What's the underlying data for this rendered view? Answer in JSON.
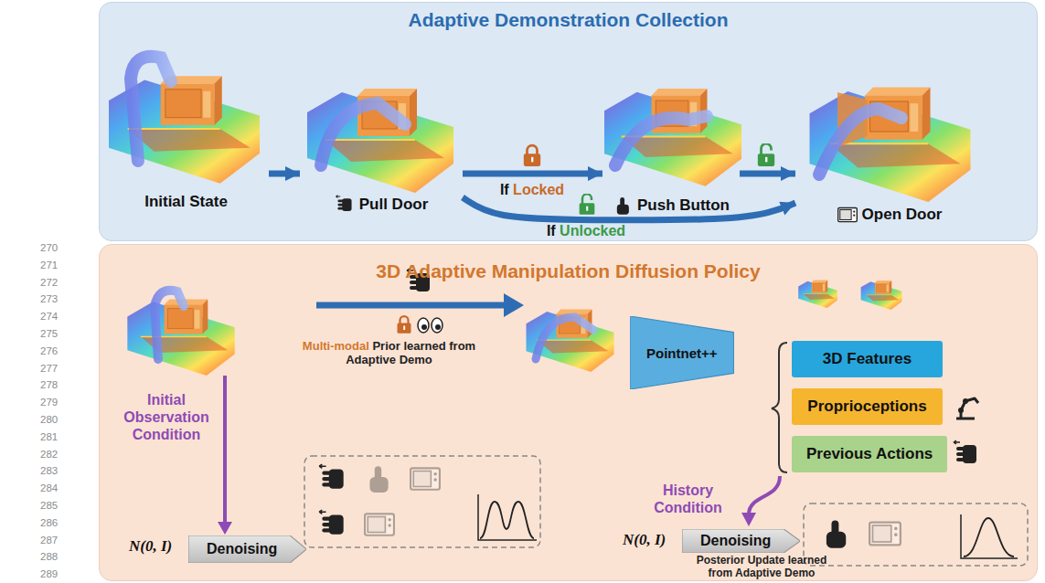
{
  "diagram": {
    "nodes": [
      {
        "text": [
          "Adaptive Demonstration Collection"
        ]
      },
      {
        "text": [
          "Initial State"
        ],
        "in": 0
      },
      {
        "text": [
          "Pull Door"
        ],
        "in": 0
      },
      {
        "text": [
          "Push Button"
        ],
        "in": 0
      },
      {
        "text": [
          "Open Door"
        ],
        "in": 0
      },
      {
        "text": [
          "3D Adaptive Manipulation Diffusion Policy"
        ]
      },
      {
        "text": [
          "Pointnet++"
        ],
        "in": 5
      },
      {
        "text": [
          "3D Features"
        ],
        "in": 5
      },
      {
        "text": [
          "Proprioceptions"
        ],
        "in": 5
      },
      {
        "text": [
          "Previous Actions"
        ],
        "in": 5
      },
      {
        "text": [
          "Denoising"
        ],
        "in": 5
      },
      {
        "text": [
          "Denoising"
        ],
        "in": 5
      }
    ],
    "edges": [
      {
        "from": 1,
        "to": 2,
        "arrow": "to"
      },
      {
        "from": 2,
        "to": 3,
        "label": "If Locked",
        "arrow": "to"
      },
      {
        "from": 3,
        "to": 4,
        "arrow": "to"
      },
      {
        "from": 2,
        "to": 4,
        "label": "If Unlocked",
        "arrow": "to"
      }
    ],
    "labels": [
      "270",
      "271",
      "272",
      "273",
      "274",
      "275",
      "276",
      "277",
      "278",
      "279",
      "280",
      "281",
      "282",
      "283",
      "284",
      "285",
      "286",
      "287",
      "288",
      "289",
      "Multi-modal Prior learned from Adaptive Demo",
      "Initial Observation Condition",
      "History Condition",
      "N(0, I)",
      "N(0, I)",
      "Posterior Update learned from Adaptive Demo"
    ]
  }
}
